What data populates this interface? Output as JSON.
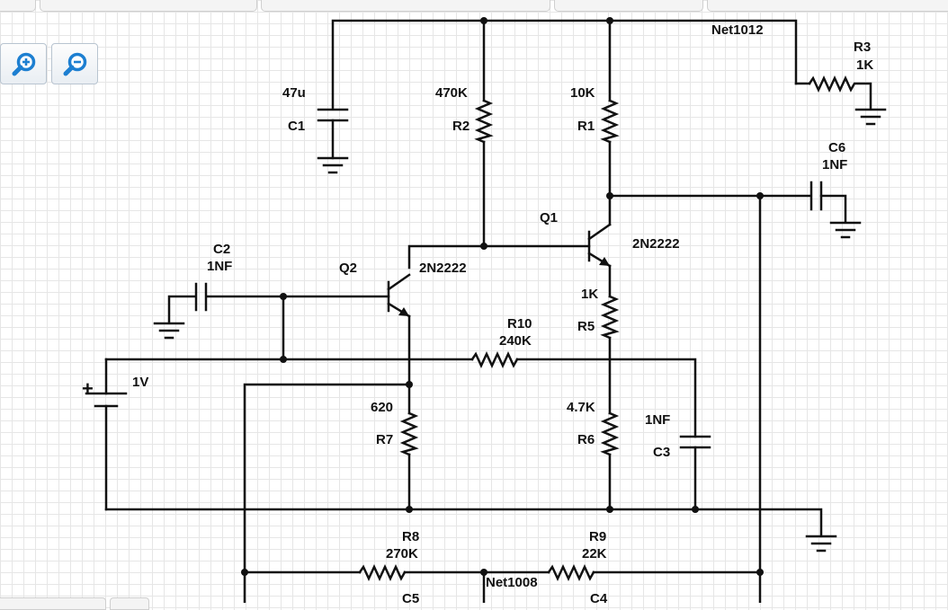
{
  "toolbar": {
    "zoom_in_icon": "zoom-in-icon",
    "zoom_out_icon": "zoom-out-icon"
  },
  "schematic": {
    "nets": {
      "net1012": "Net1012",
      "net1008": "Net1008"
    },
    "R1": {
      "ref": "R1",
      "value": "10K"
    },
    "R2": {
      "ref": "R2",
      "value": "470K"
    },
    "R3": {
      "ref": "R3",
      "value": "1K"
    },
    "R5": {
      "ref": "R5",
      "value": "1K"
    },
    "R6": {
      "ref": "R6",
      "value": "4.7K"
    },
    "R7": {
      "ref": "R7",
      "value": "620"
    },
    "R8": {
      "ref": "R8",
      "value": "270K"
    },
    "R9": {
      "ref": "R9",
      "value": "22K"
    },
    "R10": {
      "ref": "R10",
      "value": "240K"
    },
    "C1": {
      "ref": "C1",
      "value": "47u"
    },
    "C2": {
      "ref": "C2",
      "value": "1NF"
    },
    "C3": {
      "ref": "C3",
      "value": "1NF"
    },
    "C4": {
      "ref": "C4"
    },
    "C5": {
      "ref": "C5"
    },
    "C6": {
      "ref": "C6",
      "value": "1NF"
    },
    "Q1": {
      "ref": "Q1",
      "model": "2N2222"
    },
    "Q2": {
      "ref": "Q2",
      "model": "2N2222"
    },
    "V1": {
      "value": "1V",
      "polarity": "+"
    }
  }
}
